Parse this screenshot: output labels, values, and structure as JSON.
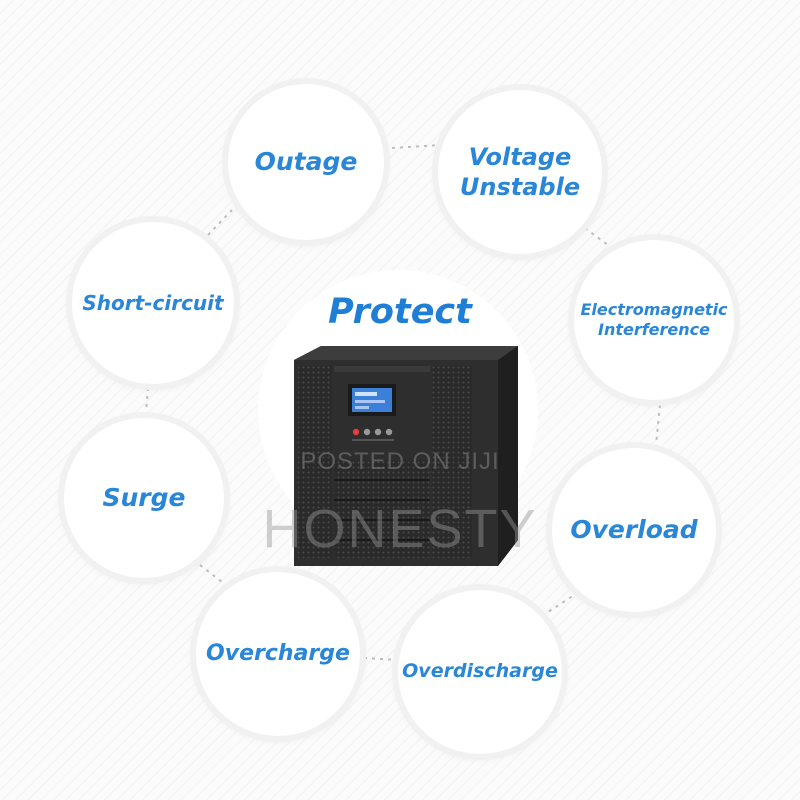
{
  "title": "Protect",
  "protections": [
    {
      "id": "outage",
      "label": "Outage"
    },
    {
      "id": "voltage-unstable",
      "label": "Voltage\nUnstable"
    },
    {
      "id": "electromagnetic-interference",
      "label": "Electromagnetic\nInterference"
    },
    {
      "id": "overload",
      "label": "Overload"
    },
    {
      "id": "overdischarge",
      "label": "Overdischarge"
    },
    {
      "id": "overcharge",
      "label": "Overcharge"
    },
    {
      "id": "surge",
      "label": "Surge"
    },
    {
      "id": "short-circuit",
      "label": "Short-circuit"
    }
  ],
  "device": {
    "icon": "ups-tower-icon"
  },
  "watermark": {
    "line1": "POSTED ON JIJI",
    "line2": "HONESTY"
  },
  "colors": {
    "label": "#2a86d6",
    "title": "#1f7fd6",
    "device": "#2b2b2b",
    "lcd": "#3b7fd8"
  }
}
